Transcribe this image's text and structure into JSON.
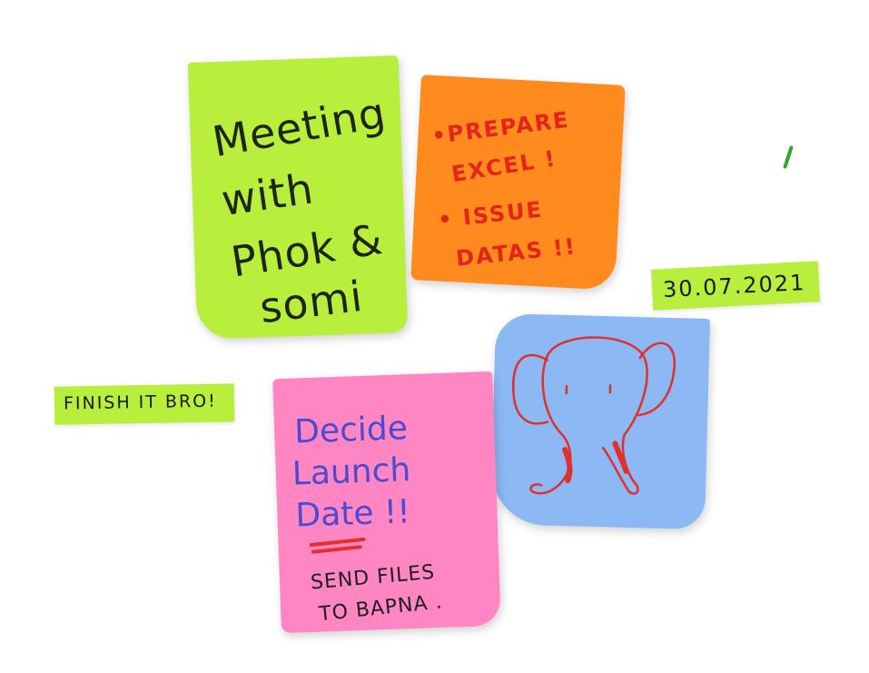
{
  "notes": {
    "green": {
      "color": "#b8ef3c",
      "lines": [
        "Meeting",
        "with",
        "Phok &",
        "somi"
      ]
    },
    "orange": {
      "color": "#ff8a1e",
      "lines": [
        "•PREPARE",
        "EXCEL !",
        "• ISSUE",
        "DATAS !!"
      ]
    },
    "pink": {
      "color": "#ff86c3",
      "title_lines": [
        "Decide",
        "Launch",
        "Date !!"
      ],
      "lines": [
        "SEND FILES",
        "TO BAPNA ."
      ]
    },
    "blue": {
      "color": "#8cb9f3",
      "drawing_icon": "elephant-drawing-icon",
      "drawing_color": "#e0302c"
    }
  },
  "strips": {
    "date": {
      "color": "#b8ef3c",
      "text": "30.07.2021"
    },
    "finish": {
      "color": "#b8ef3c",
      "text": "FINISH IT BRO!"
    }
  }
}
